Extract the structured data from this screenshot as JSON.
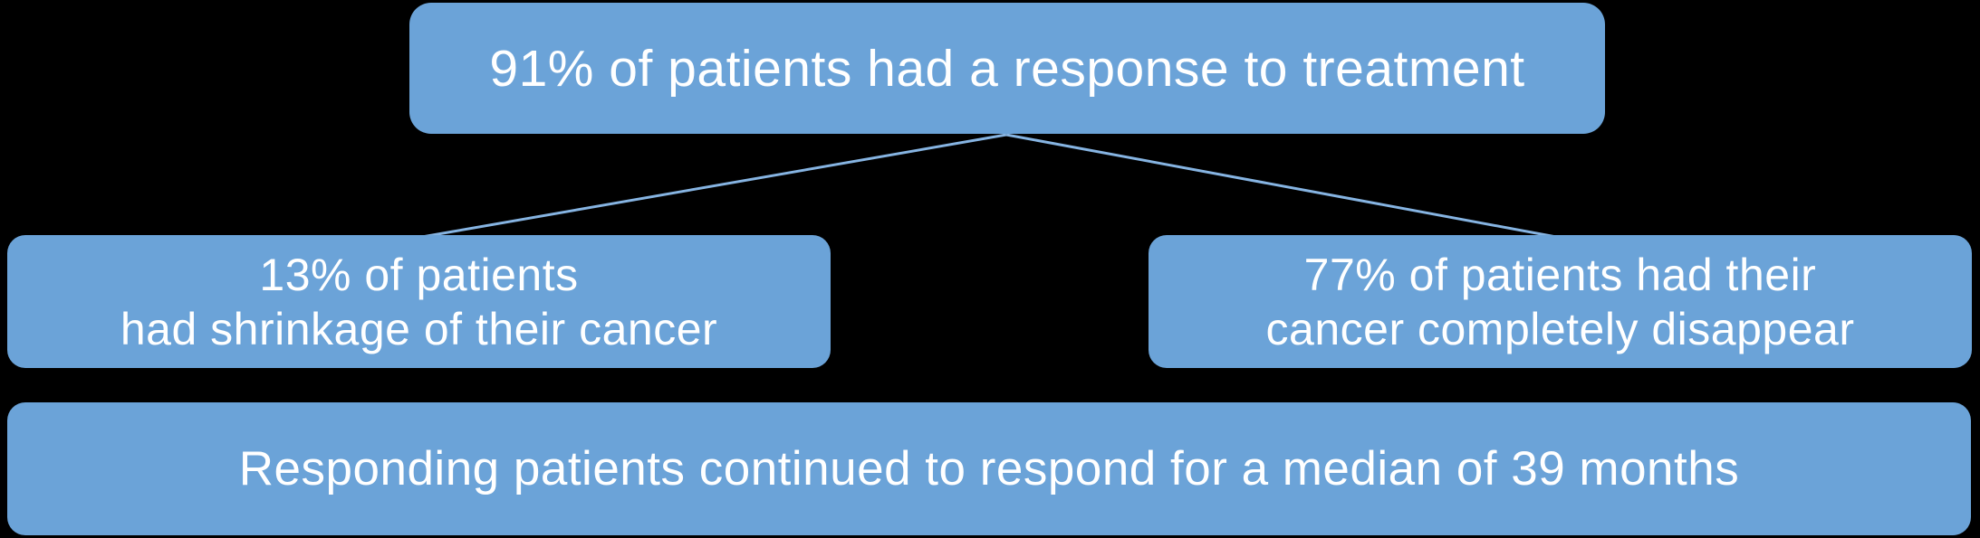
{
  "diagram": {
    "description": "Treatment response flow diagram",
    "nodes": {
      "top": {
        "text": "91% of patients had a response to treatment",
        "value": "91%"
      },
      "mid_left": {
        "line1": "13% of patients",
        "line2": "had shrinkage of their cancer",
        "value": "13%"
      },
      "mid_right": {
        "line1": "77% of patients had their",
        "line2": "cancer completely disappear",
        "value": "77%"
      },
      "bottom": {
        "text": "Responding patients continued to respond for a median of 39 months",
        "value": "39 months"
      }
    },
    "connectors": [
      {
        "from": "top",
        "to": "mid_left"
      },
      {
        "from": "top",
        "to": "mid_right"
      }
    ]
  },
  "colors": {
    "background": "#000000",
    "box_fill": "#6BA3D8",
    "connector": "#86B4E2",
    "text": "#FFFFFF"
  }
}
